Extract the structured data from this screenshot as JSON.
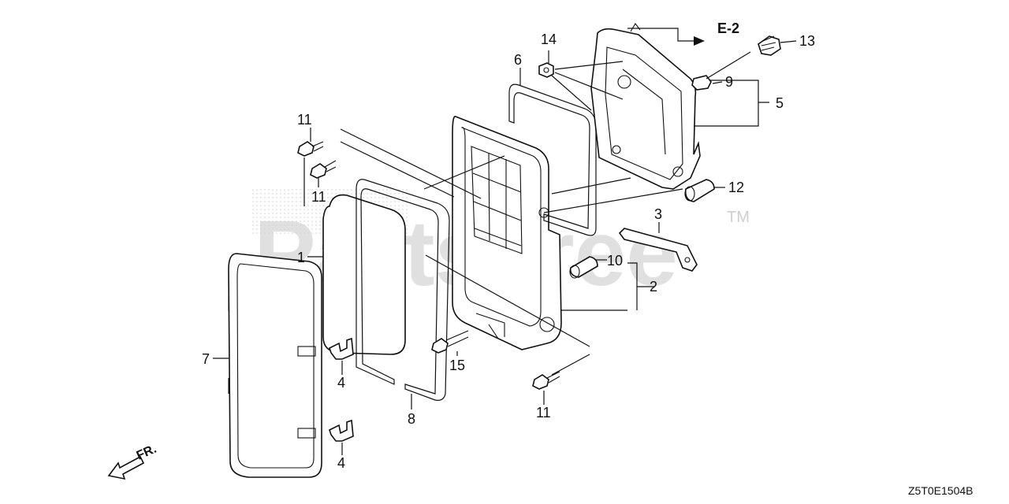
{
  "watermark": {
    "text": "PartsTree",
    "trademark": "TM"
  },
  "reference_label": "E-2",
  "front_label": "FR.",
  "diagram_code": "Z5T0E1504B",
  "callouts": {
    "c1": "1",
    "c2": "2",
    "c3": "3",
    "c4a": "4",
    "c4b": "4",
    "c5": "5",
    "c6": "6",
    "c7": "7",
    "c8": "8",
    "c9": "9",
    "c10": "10",
    "c11a": "11",
    "c11b": "11",
    "c11c": "11",
    "c12": "12",
    "c13": "13",
    "c14": "14",
    "c15": "15"
  }
}
